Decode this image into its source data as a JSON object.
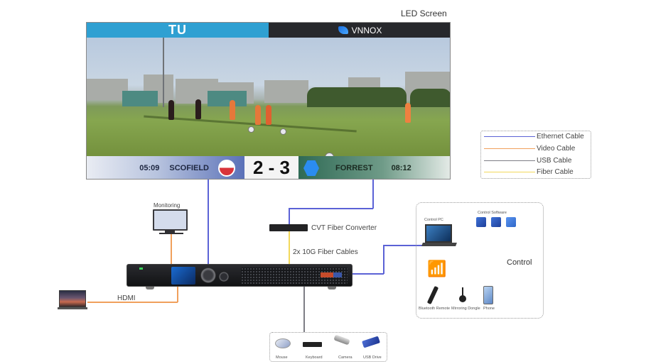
{
  "led_screen": {
    "title": "LED Screen",
    "banner_left": "TU",
    "banner_right": "VNNOX",
    "scoreboard": {
      "left_time": "05:09",
      "left_team": "SCOFIELD",
      "score": "2 - 3",
      "right_team": "FORREST",
      "right_time": "08:12"
    }
  },
  "legend": {
    "items": [
      {
        "label": "Ethernet Cable",
        "color": "#5b62d6"
      },
      {
        "label": "Video Cable",
        "color": "#f0a05c"
      },
      {
        "label": "USB Cable",
        "color": "#7d7d85"
      },
      {
        "label": "Fiber Cable",
        "color": "#f3d95a"
      }
    ]
  },
  "monitoring": {
    "label": "Monitoring"
  },
  "converter": {
    "label": "CVT Fiber Converter"
  },
  "fiber_link": {
    "label": "2x 10G Fiber Cables"
  },
  "hdmi": {
    "label": "HDMI"
  },
  "peripherals": {
    "items": [
      "Mouse",
      "Keyboard",
      "Camera",
      "USB Drive"
    ]
  },
  "control": {
    "title": "Control",
    "pc_label": "Control PC",
    "software_label": "Control Software",
    "devices": [
      "Bluetooth Remote",
      "Mirroring Dongle",
      "Phone"
    ]
  }
}
